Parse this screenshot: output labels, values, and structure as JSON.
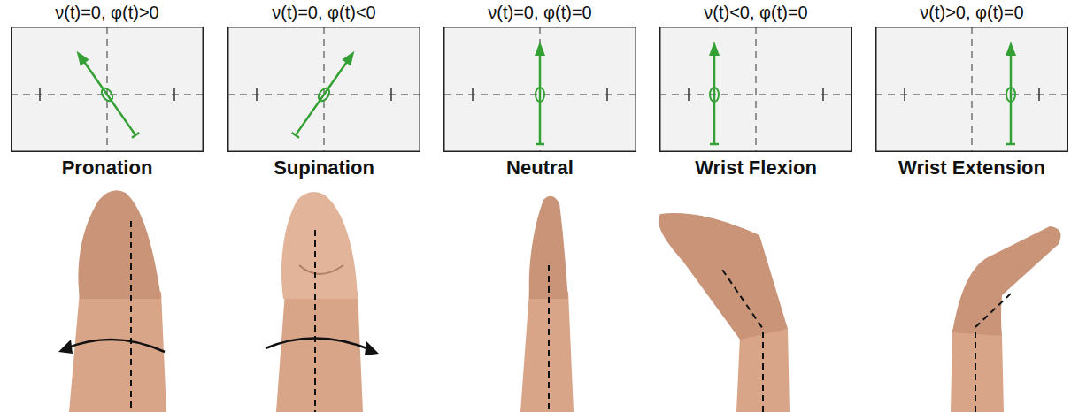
{
  "diagram": {
    "nodes": [
      {
        "text": [
          "ν(t)=0, φ(t)>0",
          "Pronation"
        ]
      },
      {
        "text": [
          "ν(t)=0, φ(t)<0",
          "Supination"
        ]
      },
      {
        "text": [
          "ν(t)=0, φ(t)=0",
          "Neutral"
        ]
      },
      {
        "text": [
          "ν(t)<0, φ(t)=0",
          "Wrist Flexion"
        ]
      },
      {
        "text": [
          "ν(t)>0, φ(t)=0",
          "Wrist Extension"
        ]
      }
    ]
  }
}
